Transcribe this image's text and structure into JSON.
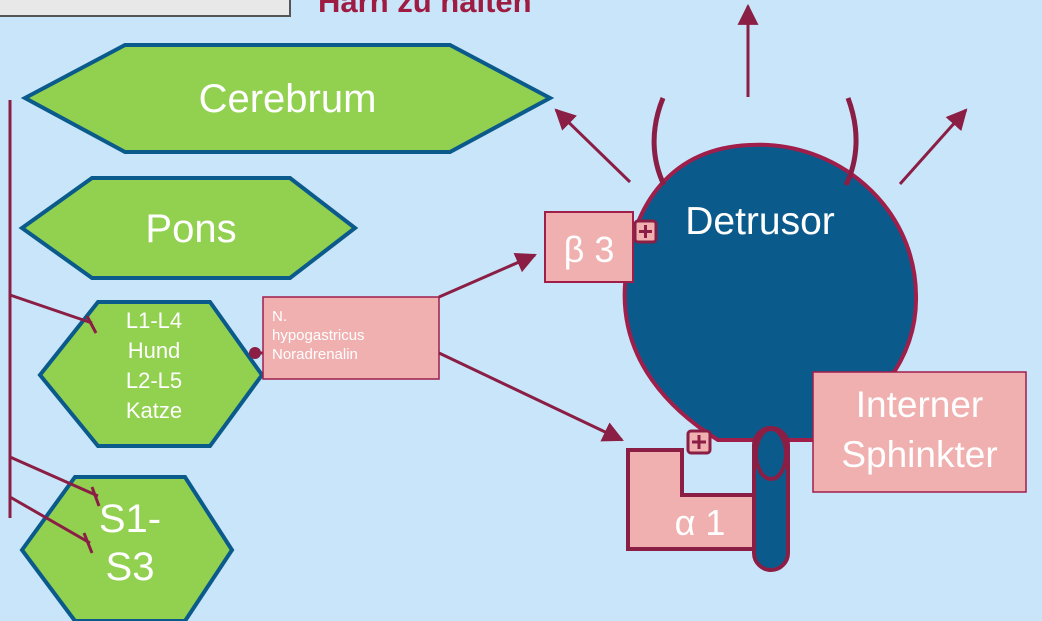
{
  "heading": "Harn zu halten",
  "nodes": {
    "cerebrum": "Cerebrum",
    "pons": "Pons",
    "lumbar": [
      "L1-L4",
      "Hund",
      "L2-L5",
      "Katze"
    ],
    "sacral": [
      "S1-",
      "S3"
    ]
  },
  "nerve_box": [
    "N.",
    "hypogastricus",
    "Noradrenalin"
  ],
  "receptors": {
    "beta3": "β 3",
    "alpha1": "α 1"
  },
  "organ": {
    "detrusor": "Detrusor",
    "sphincter": [
      "Interner",
      "Sphinkter"
    ]
  },
  "colors": {
    "background": "#c9e5f9",
    "node_fill": "#92d050",
    "node_stroke": "#0b5a8c",
    "organ_fill": "#0b5a8c",
    "organ_stroke": "#a01e4a",
    "box_fill": "#f0b0b0",
    "arrow": "#8b1e45",
    "heading_text": "#9e1b42"
  }
}
